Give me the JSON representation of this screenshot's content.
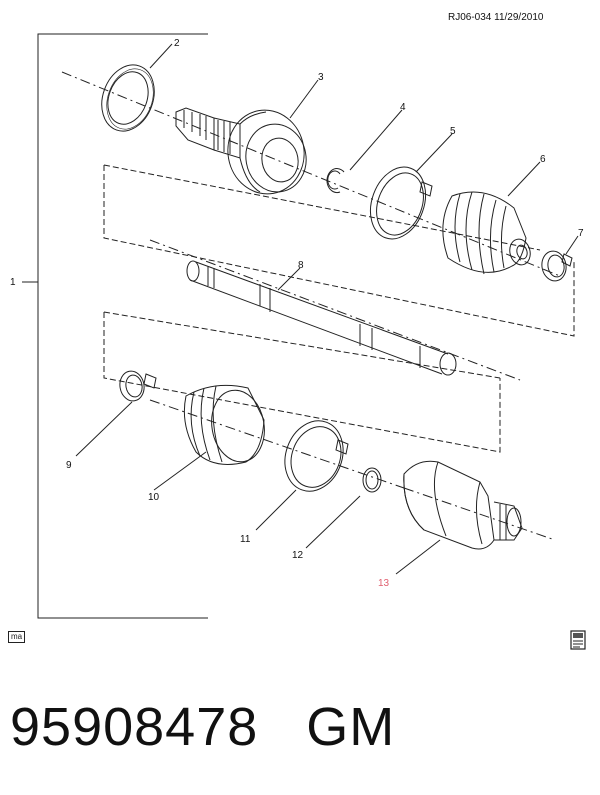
{
  "header": {
    "reference": "RJ06-034  11/29/2010"
  },
  "footer": {
    "badge": "ma",
    "part_number": "95908478   GM"
  },
  "icons": {
    "corner": "document-info-icon"
  },
  "callouts": [
    "1",
    "2",
    "3",
    "4",
    "5",
    "6",
    "7",
    "8",
    "9",
    "10",
    "11",
    "12",
    "13"
  ],
  "colors": {
    "line": "#222222",
    "highlight_callout": "#e06070"
  }
}
